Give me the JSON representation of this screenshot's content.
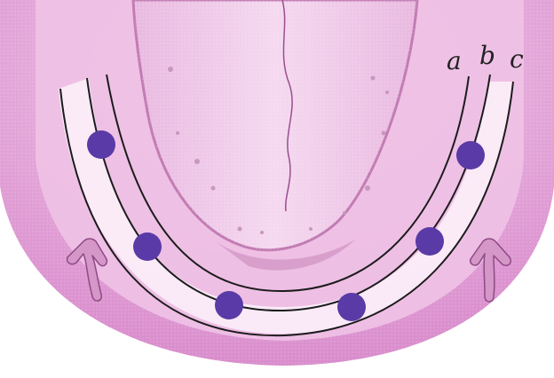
{
  "diagram": {
    "curve_labels": [
      "a",
      "b",
      "c"
    ],
    "dot_count": 6,
    "arrow_count": 2,
    "colors": {
      "background": "#ffffff",
      "outer_pink": "#e6a6d8",
      "mid_pink": "#f1c6e9",
      "tongue_pink": "#f3d2ee",
      "groove_white": "#fbf4fb",
      "tongue_edge": "#b96aa9",
      "dot": "#5a3aa6",
      "line": "#1c1c1c",
      "arrow": "#c77fb9"
    }
  }
}
